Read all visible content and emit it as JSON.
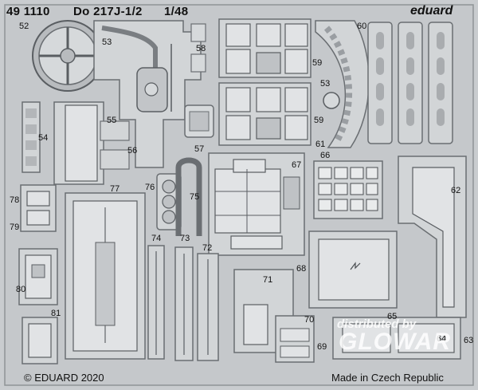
{
  "header": {
    "catalog_no": "49 1110",
    "model": "Do 217J-1/2",
    "scale": "1/48",
    "brand": "eduard"
  },
  "part_numbers": {
    "p52": "52",
    "p53a": "53",
    "p53b": "53",
    "p54": "54",
    "p55": "55",
    "p56": "56",
    "p57": "57",
    "p58": "58",
    "p59a": "59",
    "p59b": "59",
    "p60": "60",
    "p61": "61",
    "p62": "62",
    "p63": "63",
    "p64": "64",
    "p65": "65",
    "p66": "66",
    "p67": "67",
    "p68": "68",
    "p69": "69",
    "p70": "70",
    "p71": "71",
    "p72": "72",
    "p73": "73",
    "p74": "74",
    "p75": "75",
    "p76": "76",
    "p77": "77",
    "p78": "78",
    "p79": "79",
    "p80": "80",
    "p81": "81"
  },
  "footer": {
    "copyright": "© EDUARD 2020",
    "origin": "Made in Czech Republic"
  },
  "watermark": {
    "line1": "distributed by",
    "line2": "GLOWAR"
  }
}
